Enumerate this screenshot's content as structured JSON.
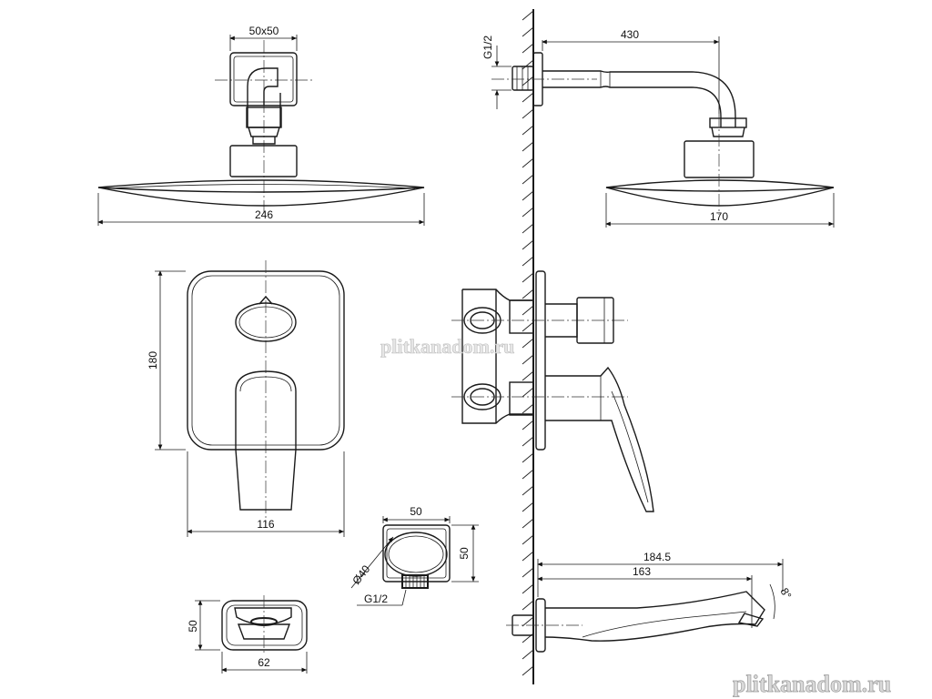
{
  "dimensions": {
    "head_square": "50x50",
    "head_width": "246",
    "head_width_side": "170",
    "arm_length": "430",
    "arm_thread": "G1/2",
    "panel_height": "180",
    "panel_width": "116",
    "elbow_width": "50",
    "elbow_height": "50",
    "elbow_diameter": "Ø40",
    "elbow_thread": "G1/2",
    "spout_height": "50",
    "spout_width": "62",
    "spout_length": "184.5",
    "spout_reach": "163",
    "spout_angle": "8°"
  },
  "watermark": {
    "center": "plitkanadom.ru",
    "corner": "plitkanadom.ru"
  }
}
